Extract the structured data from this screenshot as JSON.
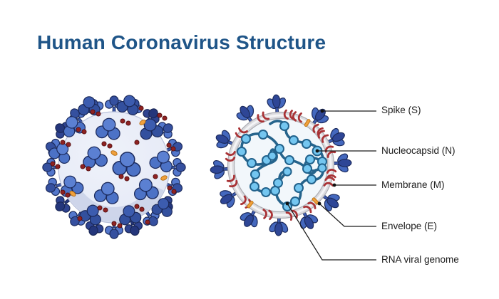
{
  "title": "Human Coronavirus Structure",
  "diagram": {
    "labels": [
      {
        "id": "spike",
        "text": "Spike (S)"
      },
      {
        "id": "nucleocapsid",
        "text": "Nucleocapsid (N)"
      },
      {
        "id": "membrane",
        "text": "Membrane (M)"
      },
      {
        "id": "envelope",
        "text": "Envelope (E)"
      },
      {
        "id": "rna_genome",
        "text": "RNA viral genome"
      }
    ],
    "colors": {
      "title_blue": "#1F5588",
      "label_text": "#1B1B1B",
      "leader_line": "#1A1A1A",
      "spike_blue": "#4468BE",
      "spike_light_blue": "#5377CC",
      "spike_dark_navy": "#2E4696",
      "virion_body_lavender": "#E7EBF7",
      "virion_shadow": "#C9D1E8",
      "envelope_ring_gray": "#D9D9DE",
      "membrane_protein_red": "#A93336",
      "envelope_protein_orange": "#F0A03C",
      "nucleocapsid_bead_blue": "#74C6F0",
      "rna_strand_teal": "#26648C",
      "surface_dot_red": "#8E2222"
    }
  }
}
